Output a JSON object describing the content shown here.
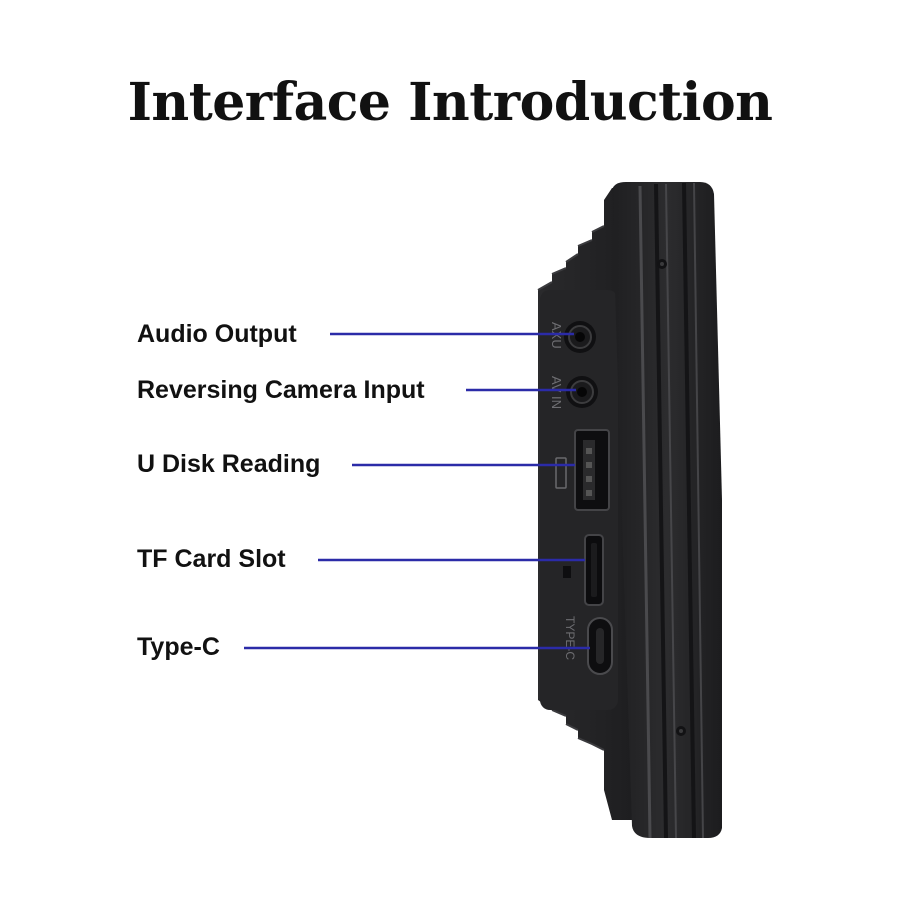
{
  "title": "Interface Introduction",
  "labels": {
    "audio_output": "Audio Output",
    "reversing_camera_input": "Reversing Camera Input",
    "u_disk_reading": "U Disk Reading",
    "tf_card_slot": "TF Card Slot",
    "type_c": "Type-C"
  },
  "device_markings": {
    "aux": "AXU",
    "av_in": "AV IN",
    "type_c": "TYPE-C"
  },
  "colors": {
    "leader_line": "#2b2ba8",
    "device_body": "#2a2a2c",
    "device_edge": "#3a3a3c",
    "text": "#111111"
  }
}
